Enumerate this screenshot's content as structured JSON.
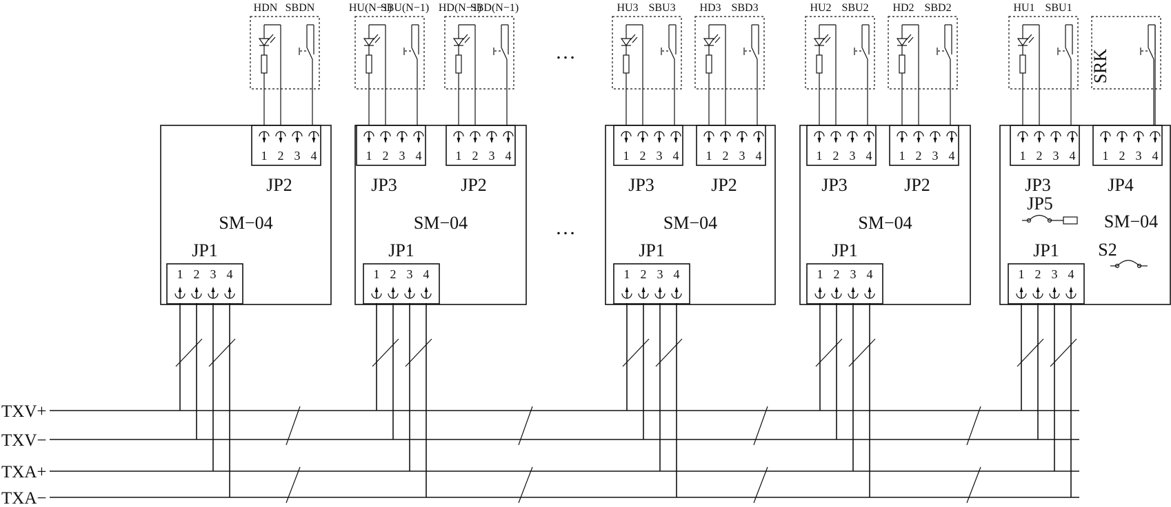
{
  "bus_labels": [
    "TXV+",
    "TXV−",
    "TXA+",
    "TXA−"
  ],
  "module_label": "SM−04",
  "pin_numbers": [
    "1",
    "2",
    "3",
    "4"
  ],
  "ellipsis": "…",
  "modules": [
    {
      "top": [
        {
          "jp": "JP2",
          "hd": "HDN",
          "sb": "SBDN",
          "type": "indicator"
        }
      ],
      "jp1": "JP1"
    },
    {
      "top": [
        {
          "jp": "JP3",
          "hd": "HU(N−1)",
          "sb": "SBU(N−1)",
          "type": "indicator"
        },
        {
          "jp": "JP2",
          "hd": "HD(N−1)",
          "sb": "SBD(N−1)",
          "type": "indicator"
        }
      ],
      "jp1": "JP1"
    },
    {
      "top": [
        {
          "jp": "JP3",
          "hd": "HU3",
          "sb": "SBU3",
          "type": "indicator"
        },
        {
          "jp": "JP2",
          "hd": "HD3",
          "sb": "SBD3",
          "type": "indicator"
        }
      ],
      "jp1": "JP1"
    },
    {
      "top": [
        {
          "jp": "JP3",
          "hd": "HU2",
          "sb": "SBU2",
          "type": "indicator"
        },
        {
          "jp": "JP2",
          "hd": "HD2",
          "sb": "SBD2",
          "type": "indicator"
        }
      ],
      "jp1": "JP1"
    },
    {
      "top": [
        {
          "jp": "JP3",
          "hd": "HU1",
          "sb": "SBU1",
          "type": "indicator"
        },
        {
          "jp": "JP4",
          "hd": "",
          "sb": "",
          "type": "key",
          "key_label": "SRK"
        }
      ],
      "jp1": "JP1",
      "extra": {
        "jp5": "JP5",
        "s2": "S2"
      }
    }
  ]
}
